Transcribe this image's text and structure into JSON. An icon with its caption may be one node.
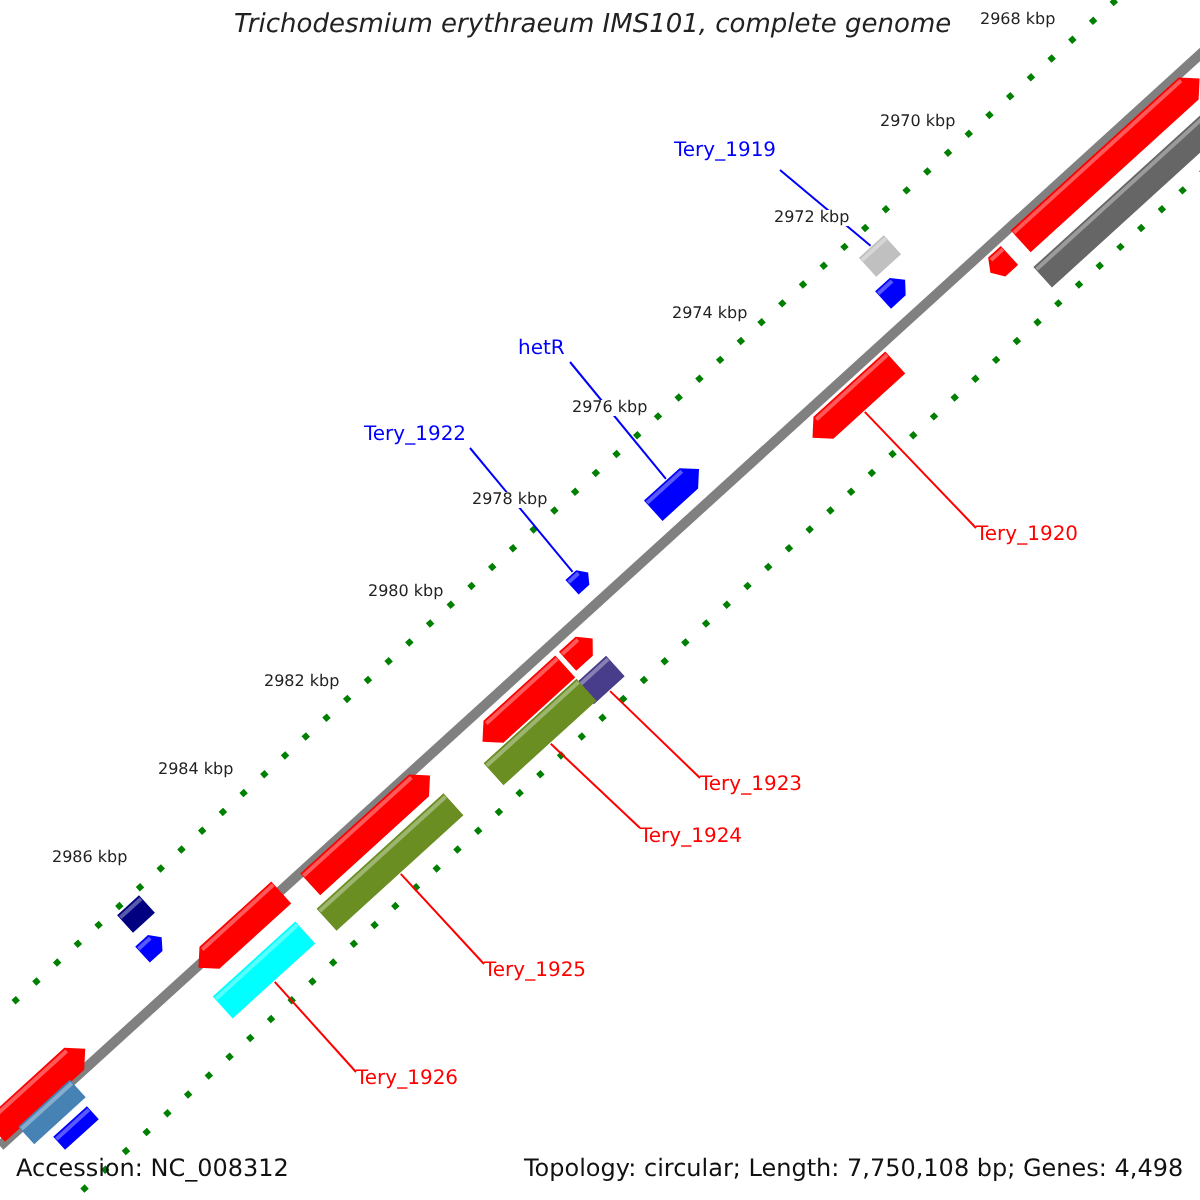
{
  "diagram": {
    "title": "Trichodesmium erythraeum IMS101, complete genome",
    "nodes": [
      {
        "text": [
          "Tery_1919"
        ]
      },
      {
        "text": [],
        "shape": "box"
      },
      {
        "text": [
          "hetR"
        ]
      },
      {
        "text": [],
        "shape": "arrow"
      },
      {
        "text": [
          "Tery_1922"
        ]
      },
      {
        "text": [],
        "shape": "arrow"
      },
      {
        "text": [
          "Tery_1920"
        ]
      },
      {
        "text": [],
        "shape": "arrow"
      },
      {
        "text": [
          "Tery_1923"
        ]
      },
      {
        "text": [],
        "shape": "box"
      },
      {
        "text": [
          "Tery_1924"
        ]
      },
      {
        "text": [],
        "shape": "box"
      },
      {
        "text": [
          "Tery_1925"
        ]
      },
      {
        "text": [],
        "shape": "box"
      },
      {
        "text": [
          "Tery_1926"
        ]
      },
      {
        "text": [],
        "shape": "box"
      },
      {
        "text": [],
        "shape": "arrow"
      },
      {
        "text": [],
        "shape": "box"
      },
      {
        "text": [],
        "shape": "arrow"
      },
      {
        "text": [],
        "shape": "arrow"
      },
      {
        "text": [],
        "shape": "arrow"
      },
      {
        "text": [],
        "shape": "arrow"
      },
      {
        "text": [],
        "shape": "arrow"
      },
      {
        "text": [],
        "shape": "arrow"
      },
      {
        "text": [],
        "shape": "box"
      },
      {
        "text": [],
        "shape": "arrow"
      },
      {
        "text": [],
        "shape": "arrow"
      },
      {
        "text": [],
        "shape": "box"
      },
      {
        "text": [],
        "shape": "box"
      }
    ],
    "edges": [
      {
        "from": 0,
        "to": 1,
        "arrow": "none",
        "color": "#0000ff"
      },
      {
        "from": 2,
        "to": 3,
        "arrow": "none",
        "color": "#0000ff"
      },
      {
        "from": 4,
        "to": 5,
        "arrow": "none",
        "color": "#0000ff"
      },
      {
        "from": 6,
        "to": 7,
        "arrow": "none"
      },
      {
        "from": 8,
        "to": 9,
        "arrow": "none"
      },
      {
        "from": 10,
        "to": 11,
        "arrow": "none"
      },
      {
        "from": 12,
        "to": 13,
        "arrow": "none"
      },
      {
        "from": 14,
        "to": 15,
        "arrow": "none"
      }
    ],
    "labels": [
      "2968 kbp",
      "2970 kbp",
      "2972 kbp",
      "2974 kbp",
      "2976 kbp",
      "2978 kbp",
      "2980 kbp",
      "2982 kbp",
      "2984 kbp",
      "2986 kbp",
      "Accession: NC_008312",
      "Topology: circular; Length: 7,750,108 bp; Genes: 4,498"
    ]
  }
}
